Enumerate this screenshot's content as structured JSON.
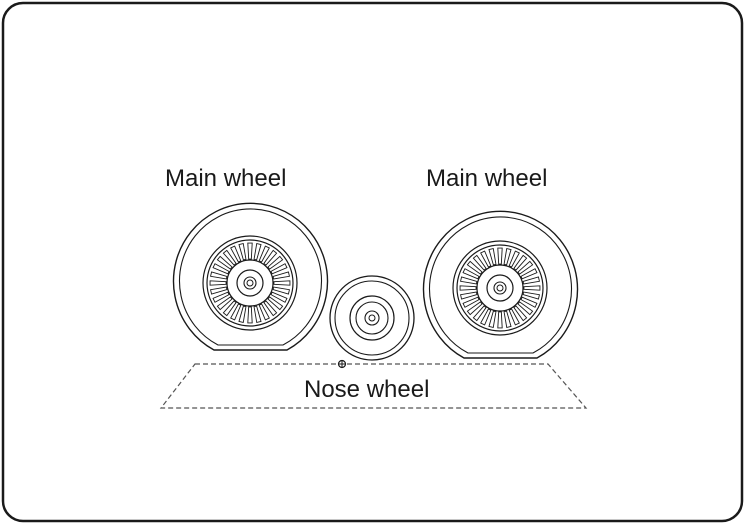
{
  "labels": {
    "main_wheel_left": "Main wheel",
    "main_wheel_right": "Main wheel",
    "nose_wheel": "Nose wheel"
  },
  "colors": {
    "line": "#1a1a1a",
    "background": "#ffffff"
  },
  "wheels": {
    "main_spokes": 28
  }
}
